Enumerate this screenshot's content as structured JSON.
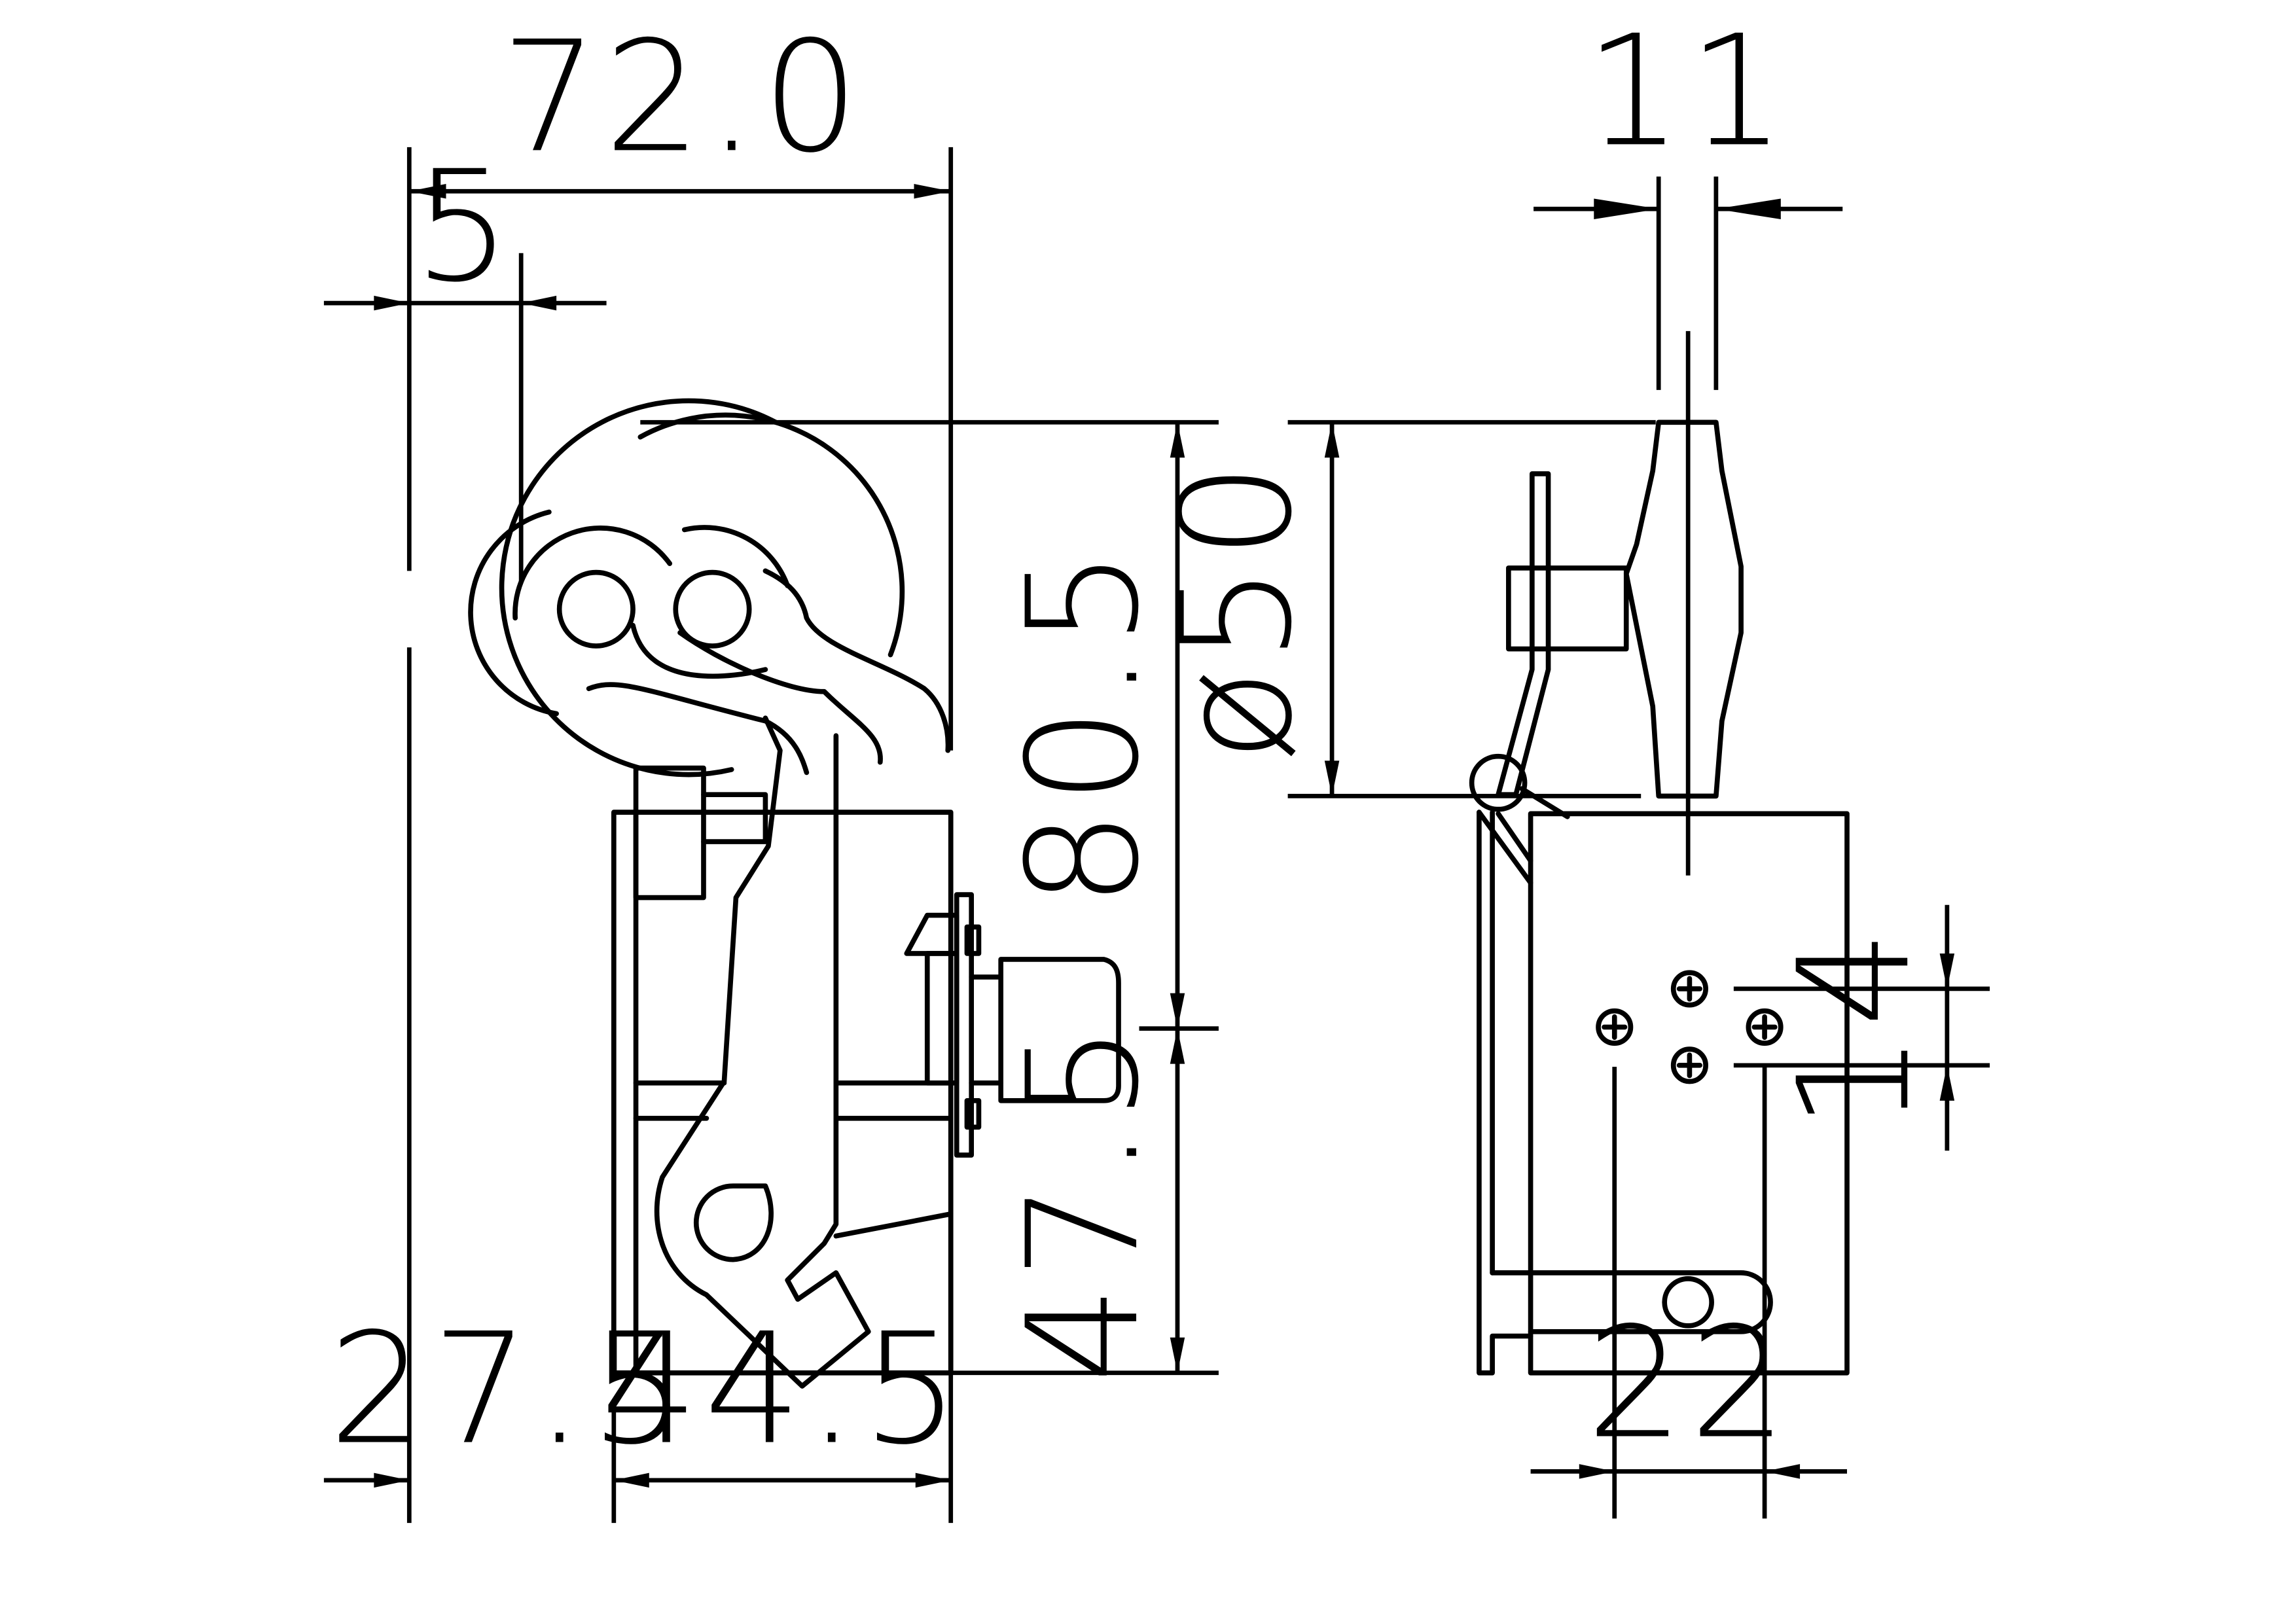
{
  "dimensions": {
    "overall_width": "72.0",
    "offset_left": "5",
    "lever_height": "80.5",
    "body_height": "47.5",
    "left_segment": "27.5",
    "right_segment": "44.5",
    "roller_width": "11",
    "roller_diameter": "ø50",
    "hole_spacing_vertical": "14",
    "hole_spacing_horizontal": "22"
  }
}
